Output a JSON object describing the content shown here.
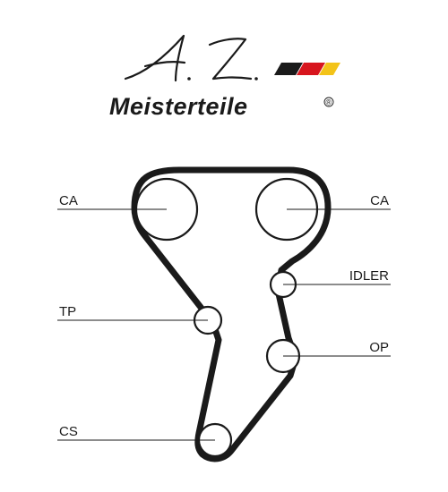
{
  "logo": {
    "script_initials": "A.Z.",
    "wordmark": "Meisterteile",
    "registered": "®",
    "flag_colors": [
      "#1a1a1a",
      "#d7151d",
      "#f3c318"
    ]
  },
  "diagram": {
    "belt_color": "#1a1a1a",
    "labels": {
      "ca_left": "CA",
      "ca_right": "CA",
      "idler": "IDLER",
      "tp": "TP",
      "op": "OP",
      "cs": "CS"
    }
  }
}
